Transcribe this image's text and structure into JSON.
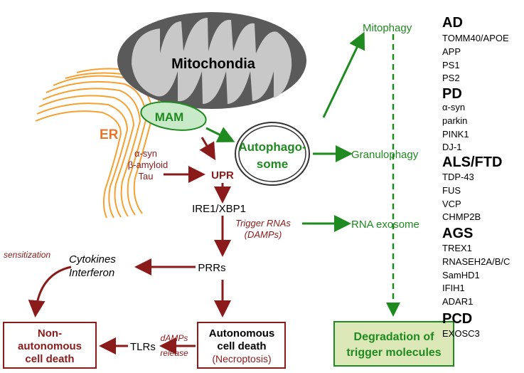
{
  "organelles": {
    "mitochondria": "Mitochondia",
    "mam": "MAM",
    "er": "ER",
    "autophagosome_line1": "Autophago-",
    "autophagosome_line2": "some"
  },
  "proteins": {
    "line1": "α-syn",
    "line2": "β-amyloid",
    "line3": "Tau"
  },
  "pathway": {
    "upr": "UPR",
    "ire": "IRE1/XBP1",
    "trigger_rnas_line1": "Trigger RNAs",
    "trigger_rnas_line2": "(DAMPs)",
    "prrs": "PRRs",
    "cytokines": "Cytokines",
    "interferon": "Interferon",
    "sensitization": "sensitization",
    "tlrs": "TLRs",
    "damps_line1": "dAMPs",
    "damps_line2": "release",
    "non_auto_line1": "Non-",
    "non_auto_line2": "autonomous",
    "non_auto_line3": "cell death",
    "auto_line1": "Autonomous",
    "auto_line2": "cell death",
    "auto_line3": "(Necroptosis)"
  },
  "degradation": {
    "mitophagy": "Mitophagy",
    "granulophagy": "Granulophagy",
    "rna_exosome": "RNA exosome",
    "box_line1": "Degradation of",
    "box_line2": "trigger molecules"
  },
  "diseases": [
    {
      "name": "AD",
      "genes": [
        "TOMM40/APOE",
        "APP",
        "PS1",
        "PS2"
      ]
    },
    {
      "name": "PD",
      "genes": [
        "α-syn",
        "parkin",
        "PINK1",
        "DJ-1"
      ]
    },
    {
      "name": "ALS/FTD",
      "genes": [
        "TDP-43",
        "FUS",
        "VCP",
        "CHMP2B"
      ]
    },
    {
      "name": "AGS",
      "genes": [
        "TREX1",
        "RNASEH2A/B/C",
        "SamHD1",
        "IFIH1",
        "ADAR1"
      ]
    },
    {
      "name": "PCD",
      "genes": [
        "EXOSC3"
      ]
    }
  ],
  "colors": {
    "dark_red": "#8b1a1a",
    "green": "#1f8a1f",
    "er_orange": "#f5a030",
    "er_label": "#e8742a",
    "mito_outer": "#5a5a5a",
    "mito_inner": "#c8c8c8",
    "degradation_fill": "#dde8b8"
  }
}
